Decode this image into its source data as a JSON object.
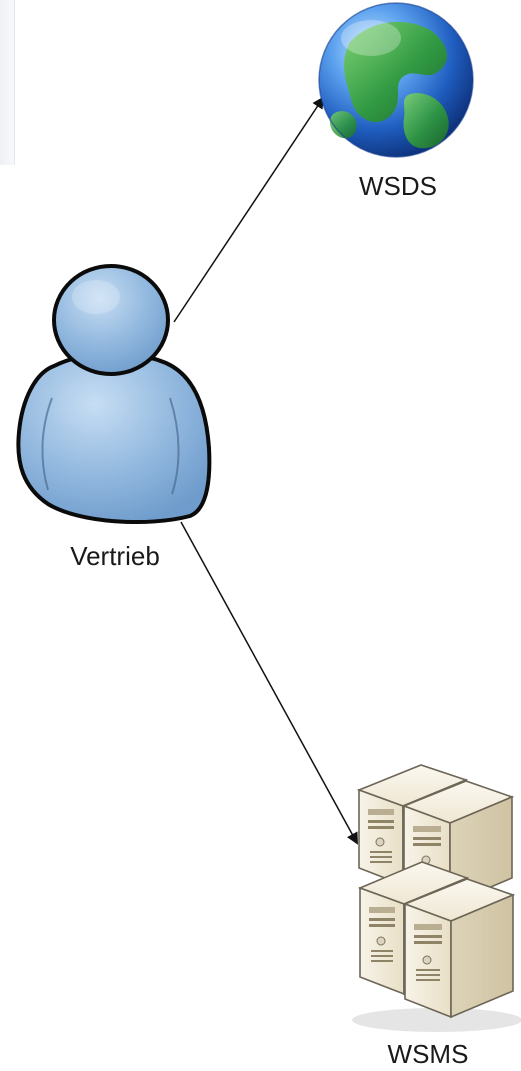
{
  "diagram": {
    "nodes": [
      {
        "id": "wsds",
        "label": "WSDS",
        "icon": "globe-icon"
      },
      {
        "id": "vertrieb",
        "label": "Vertrieb",
        "icon": "user-icon"
      },
      {
        "id": "wsms",
        "label": "WSMS",
        "icon": "server-cluster-icon"
      }
    ],
    "edges": [
      {
        "from": "vertrieb",
        "to": "wsds",
        "arrow": "end"
      },
      {
        "from": "vertrieb",
        "to": "wsms",
        "arrow": "end"
      }
    ],
    "colors": {
      "user_fill": "#8fb6dd",
      "user_outline": "#0b0b0b",
      "globe_ocean": "#2f78d8",
      "globe_land": "#2f9a3a",
      "server_body": "#f1ead6",
      "server_outline": "#6d6657",
      "edge_line": "#111111"
    }
  }
}
